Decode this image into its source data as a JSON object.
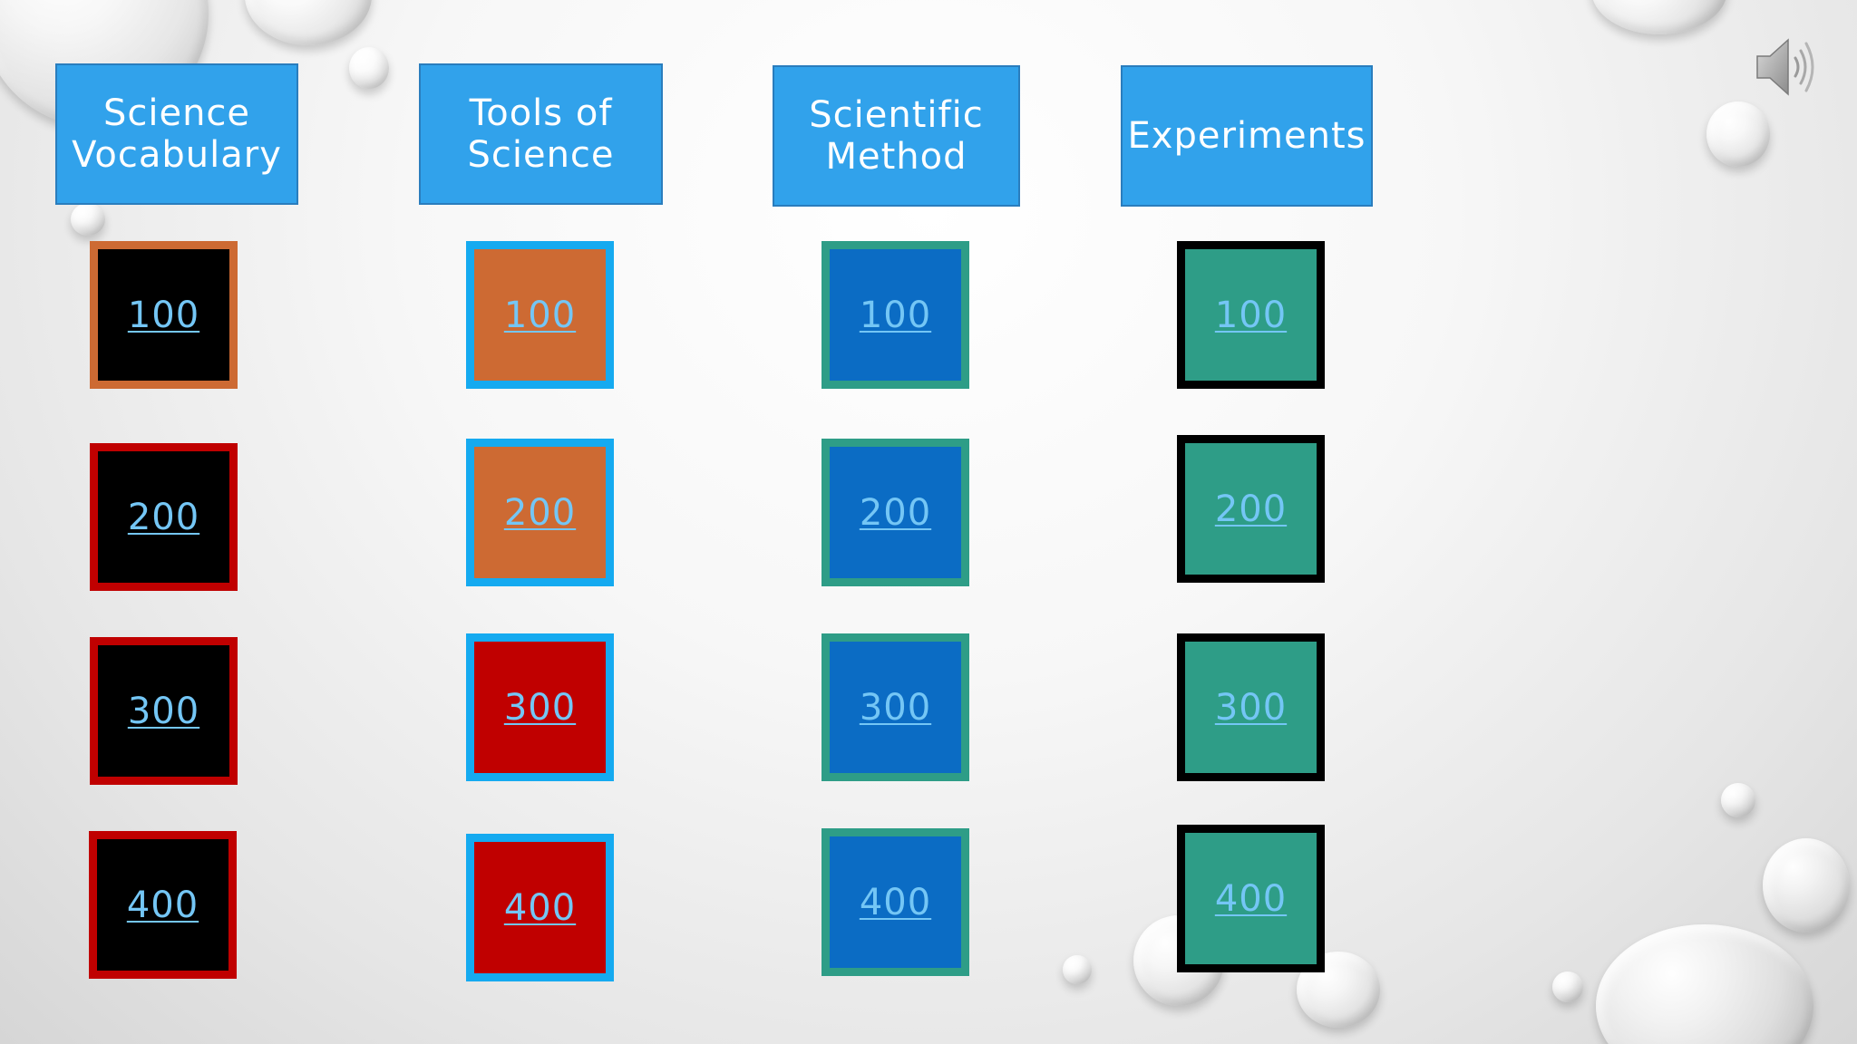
{
  "slide": {
    "background": "#f2f2f2"
  },
  "categories": [
    {
      "label": "Science\nVocabulary",
      "header_color": "#31a2eb",
      "tiles": [
        {
          "value": "100",
          "fill": "#000000",
          "border": "#cd6a33"
        },
        {
          "value": "200",
          "fill": "#000000",
          "border": "#c00000"
        },
        {
          "value": "300",
          "fill": "#000000",
          "border": "#c00000"
        },
        {
          "value": "400",
          "fill": "#000000",
          "border": "#c00000"
        }
      ]
    },
    {
      "label": "Tools of\nScience",
      "header_color": "#31a2eb",
      "tiles": [
        {
          "value": "100",
          "fill": "#cd6a33",
          "border": "#15aaf0"
        },
        {
          "value": "200",
          "fill": "#cd6a33",
          "border": "#15aaf0"
        },
        {
          "value": "300",
          "fill": "#c00000",
          "border": "#15aaf0"
        },
        {
          "value": "400",
          "fill": "#c00000",
          "border": "#15aaf0"
        }
      ]
    },
    {
      "label": "Scientific\nMethod",
      "header_color": "#31a2eb",
      "tiles": [
        {
          "value": "100",
          "fill": "#0b6cc4",
          "border": "#2e9d87"
        },
        {
          "value": "200",
          "fill": "#0b6cc4",
          "border": "#2e9d87"
        },
        {
          "value": "300",
          "fill": "#0b6cc4",
          "border": "#2e9d87"
        },
        {
          "value": "400",
          "fill": "#0b6cc4",
          "border": "#2e9d87"
        }
      ]
    },
    {
      "label": "Experiments",
      "header_color": "#31a2eb",
      "tiles": [
        {
          "value": "100",
          "fill": "#2e9d87",
          "border": "#000000"
        },
        {
          "value": "200",
          "fill": "#2e9d87",
          "border": "#000000"
        },
        {
          "value": "300",
          "fill": "#2e9d87",
          "border": "#000000"
        },
        {
          "value": "400",
          "fill": "#2e9d87",
          "border": "#000000"
        }
      ]
    }
  ],
  "icons": {
    "audio": "speaker-icon"
  }
}
